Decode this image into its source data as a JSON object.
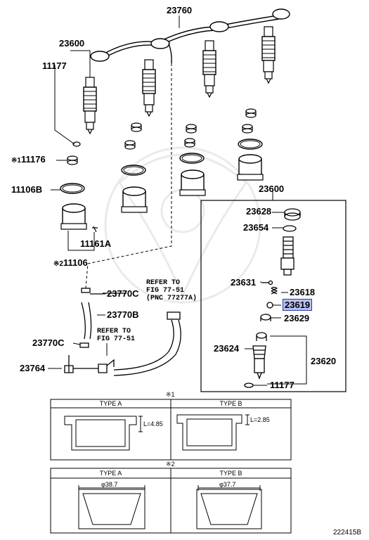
{
  "parts": {
    "p23760": "23760",
    "p23600_top": "23600",
    "p11177_top": "11177",
    "p11176": "11176",
    "p11176_mark": "※1",
    "p11106B": "11106B",
    "p11161A": "11161A",
    "p11106": "11106",
    "p11106_mark": "※2",
    "p23770C_upper": "23770C",
    "p23770B": "23770B",
    "p23770C_lower": "23770C",
    "p23764": "23764",
    "p23600_box": "23600",
    "p23628": "23628",
    "p23654": "23654",
    "p23631": "23631",
    "p23618": "23618",
    "p23619": "23619",
    "p23629": "23629",
    "p23624": "23624",
    "p23620": "23620",
    "p11177_box": "11177"
  },
  "notes": {
    "refer1_line1": "REFER TO",
    "refer1_line2": "FIG 77-51",
    "refer1_line3": "(PNC 77277A)",
    "refer2_line1": "REFER TO",
    "refer2_line2": "FIG 77-51"
  },
  "table1": {
    "mark": "※1",
    "type_a": "TYPE A",
    "type_b": "TYPE B",
    "dim_a": "L=4.85",
    "dim_b": "L=2.85"
  },
  "table2": {
    "mark": "※2",
    "type_a": "TYPE A",
    "type_b": "TYPE B",
    "dim_a": "φ38.7",
    "dim_b": "φ37.7"
  },
  "figure_code": "222415B",
  "colors": {
    "highlight_fill": "#b7bff0",
    "highlight_border": "#2a3a9a"
  }
}
